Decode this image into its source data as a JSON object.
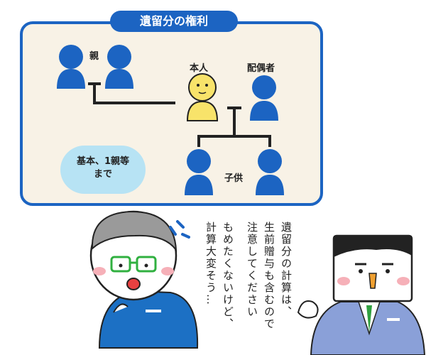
{
  "diagram": {
    "title": "遺留分の権利",
    "labels": {
      "parent": "親",
      "self": "本人",
      "spouse": "配偶者",
      "children": "子供"
    },
    "bubble_lines": [
      "基本、1親等",
      "まで"
    ]
  },
  "speech": {
    "right_line1": "遺留分の計算は、",
    "right_line2": "生前贈与も含むので",
    "right_line3": "注意してください",
    "left_line1": "もめたくないけど、",
    "left_line2": "計算大変そう…"
  },
  "colors": {
    "panel_border": "#1c64c2",
    "panel_bg": "#f8f2e6",
    "person_blue": "#1c64c2",
    "self_yellow": "#f8e36a",
    "bubble": "#b7e3f4"
  }
}
